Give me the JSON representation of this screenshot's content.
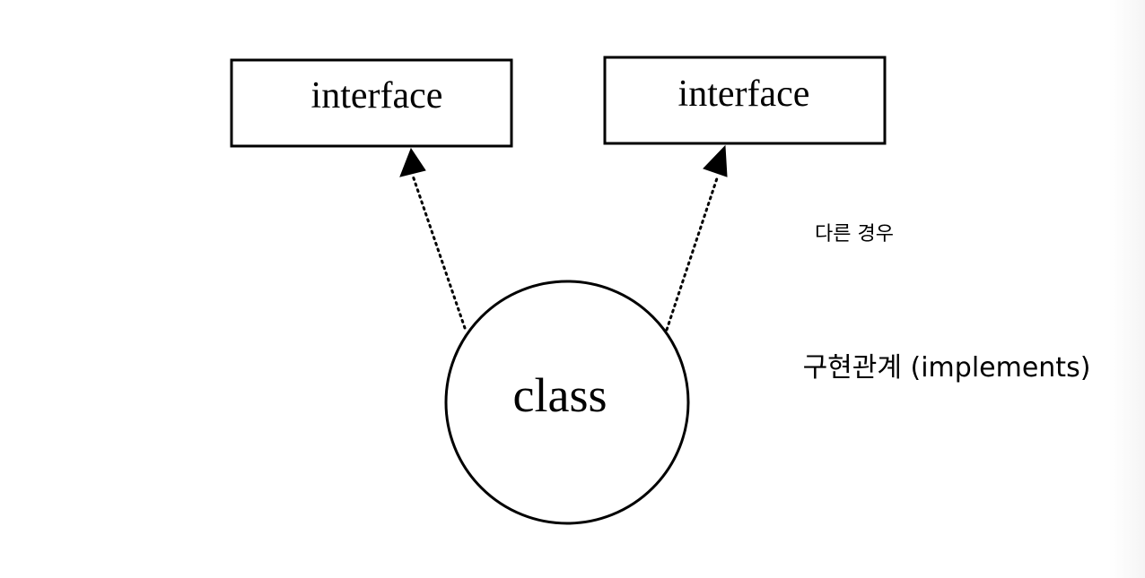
{
  "diagram": {
    "nodes": {
      "interface_left": {
        "label": "interface",
        "shape": "rectangle"
      },
      "interface_right": {
        "label": "interface",
        "shape": "rectangle"
      },
      "class": {
        "label": "class",
        "shape": "circle"
      }
    },
    "edges": [
      {
        "from": "class",
        "to": "interface_left",
        "style": "dotted",
        "arrow": "filled-triangle"
      },
      {
        "from": "class",
        "to": "interface_right",
        "style": "dotted",
        "arrow": "filled-triangle"
      }
    ],
    "annotations": {
      "note_other_case": "다른 경우",
      "relation_label": "구현관계 (implements)"
    },
    "colors": {
      "stroke": "#000000",
      "background": "#ffffff"
    }
  }
}
